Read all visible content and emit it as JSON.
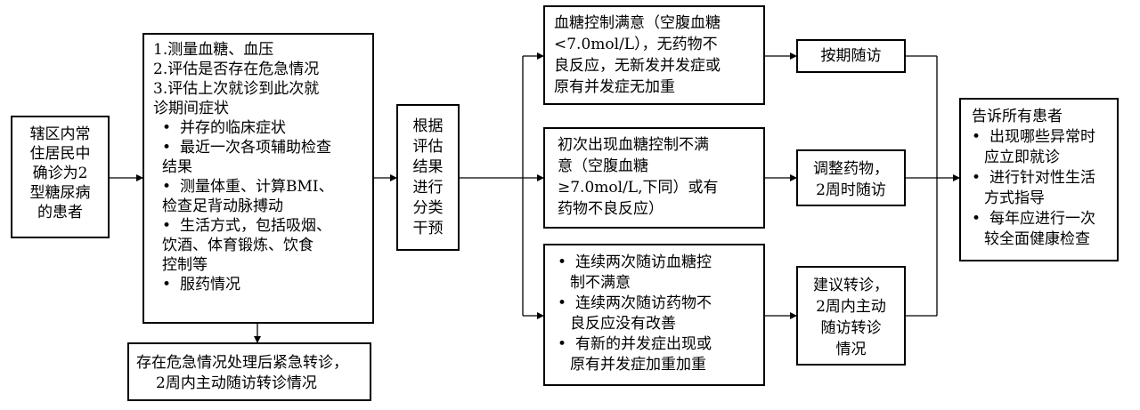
{
  "box_residents": [
    "辖区内常",
    "住居民中",
    "确诊为2",
    "型糖尿病",
    "的患者"
  ],
  "box_assess": {
    "items": [
      "1.测量血糖、血压",
      "2.评估是否存在危急情况",
      "3.评估上次就诊到此次就",
      "诊期间症状"
    ],
    "bullets": [
      [
        "并存的临床症状"
      ],
      [
        "最近一次各项辅助检查",
        "结果"
      ],
      [
        "测量体重、计算BMI、",
        "检查足背动脉搏动"
      ],
      [
        "生活方式，包括吸烟、",
        "饮酒、体育锻炼、饮食",
        "控制等"
      ],
      [
        "服药情况"
      ]
    ]
  },
  "box_emergency": [
    "存在危急情况处理后紧急转诊，",
    "2周内主动随访转诊情况"
  ],
  "box_classify": [
    "根据",
    "评估",
    "结果",
    "进行",
    "分类",
    "干预"
  ],
  "box_satisfied": [
    "血糖控制满意（空腹血糖",
    "<7.0mol/L），无药物不",
    "良反应，无新发并发症或",
    "原有并发症无加重"
  ],
  "box_unsatisfied": [
    "初次出现血糖控制不满",
    "意（空腹血糖",
    "≥7.0mol/L,下同）或有",
    "药物不良反应）"
  ],
  "box_twice": [
    [
      "连续两次随访血糖控",
      "制不满意"
    ],
    [
      "连续两次随访药物不",
      "良反应没有改善"
    ],
    [
      "有新的并发症出现或",
      "原有并发症加重加重"
    ]
  ],
  "box_followup": [
    "按期随访"
  ],
  "box_adjust": [
    "调整药物，",
    "2周时随访"
  ],
  "box_referral": [
    "建议转诊，",
    "2周内主动",
    "随访转诊",
    "情况"
  ],
  "box_tell": {
    "title": "告诉所有患者",
    "bullets": [
      [
        "出现哪些异常时",
        "应立即就诊"
      ],
      [
        "进行针对性生活",
        "方式指导"
      ],
      [
        "每年应进行一次",
        "较全面健康检查"
      ]
    ]
  }
}
